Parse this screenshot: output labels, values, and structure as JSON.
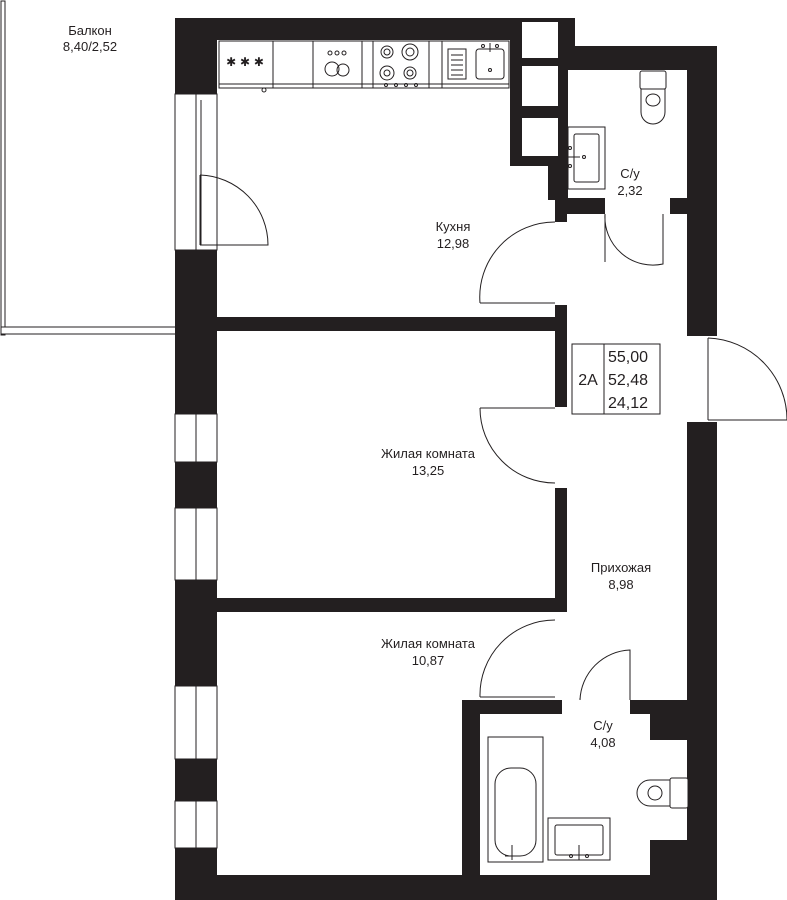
{
  "rooms": {
    "balcony": {
      "name": "Балкон",
      "area": "8,40/2,52"
    },
    "kitchen": {
      "name": "Кухня",
      "area": "12,98"
    },
    "wc_top": {
      "name": "С/у",
      "area": "2,32"
    },
    "living_1": {
      "name": "Жилая комната",
      "area": "13,25"
    },
    "hall": {
      "name": "Прихожая",
      "area": "8,98"
    },
    "living_2": {
      "name": "Жилая комната",
      "area": "10,87"
    },
    "bath": {
      "name": "С/у",
      "area": "4,08"
    }
  },
  "summary": {
    "type": "2А",
    "total": "55,00",
    "living_total": "52,48",
    "living": "24,12"
  },
  "icons": {
    "hob_marks": "✱ ✱ ✱"
  }
}
